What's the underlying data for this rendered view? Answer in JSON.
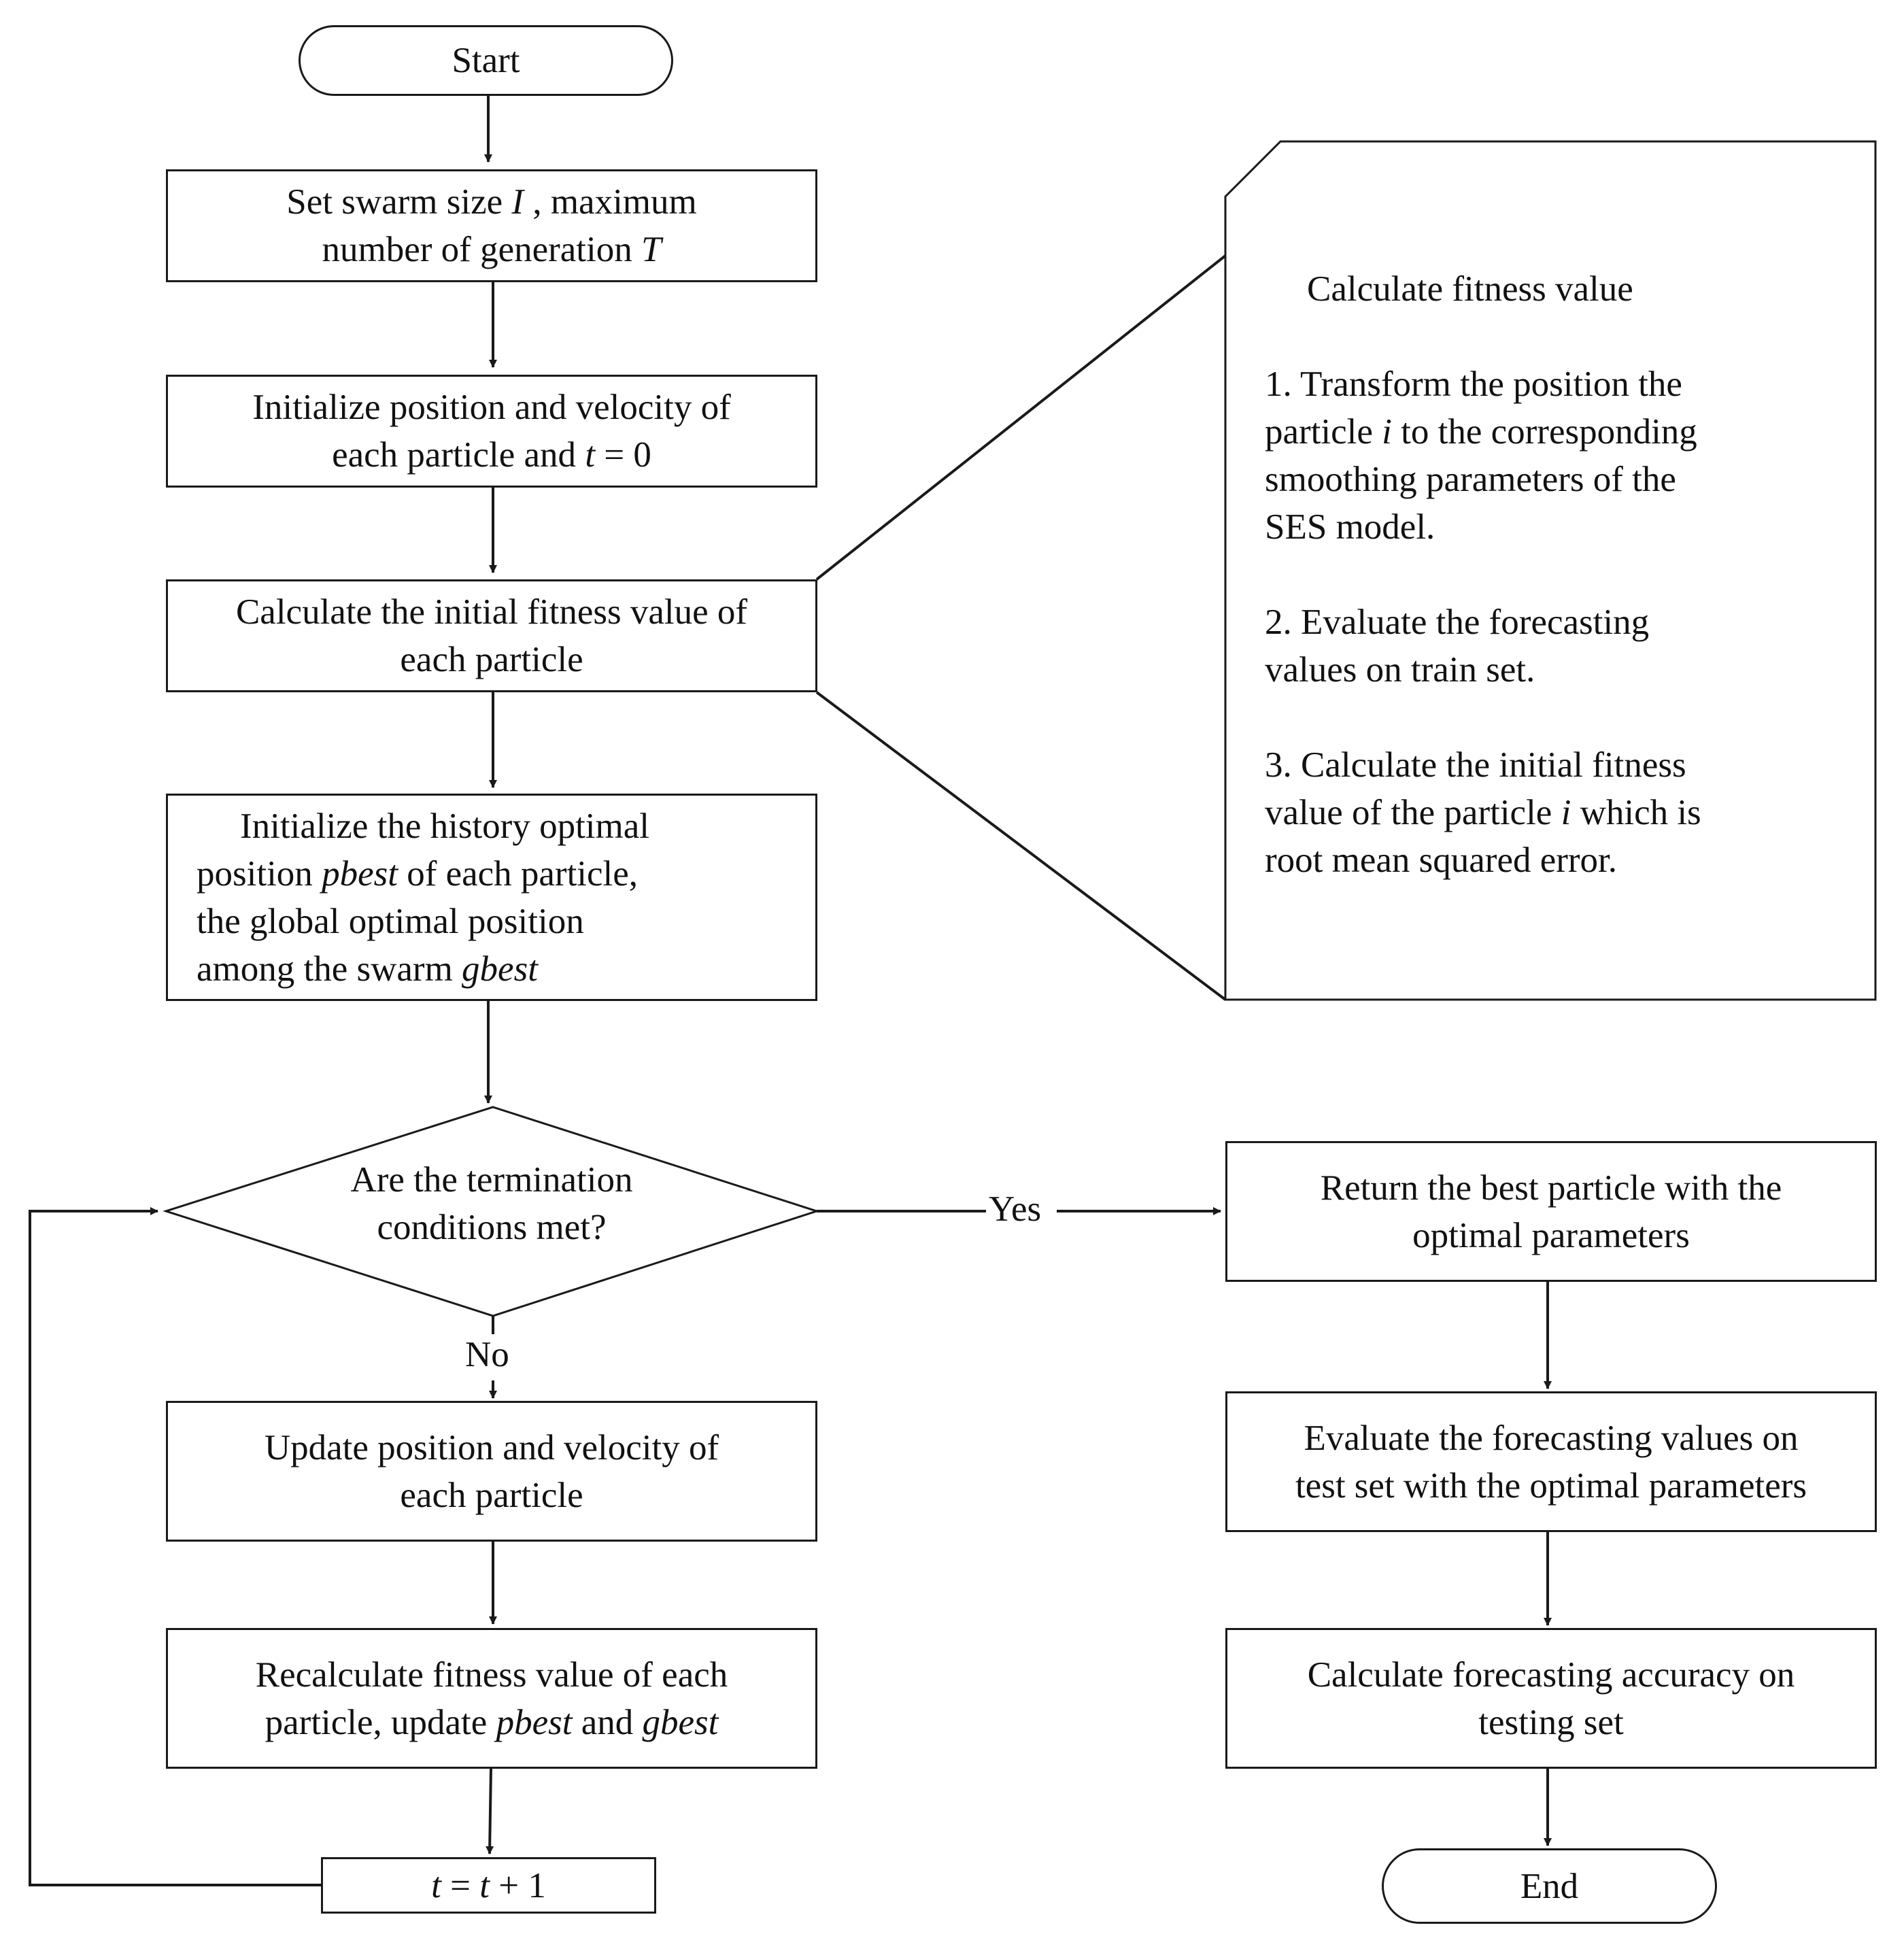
{
  "nodes": {
    "start": "Start",
    "set_swarm": {
      "line1_a": "Set swarm size ",
      "line1_var": "I",
      "line1_b": " , maximum",
      "line2_a": "number of generation ",
      "line2_var": "T"
    },
    "init_position": {
      "line1": "Initialize position and velocity of",
      "line2_a": "each particle and ",
      "line2_var": "t",
      "line2_b": " = 0"
    },
    "calc_initial": {
      "line1": "Calculate the initial fitness value of",
      "line2": "each particle"
    },
    "init_history": {
      "line1": "Initialize the history optimal",
      "line2_a": "position ",
      "line2_var": "pbest",
      "line2_b": "   of each particle,",
      "line3": "the global optimal position",
      "line4_a": "among the swarm  ",
      "line4_var": "gbest"
    },
    "decision": {
      "line1": "Are the termination",
      "line2": "conditions met?"
    },
    "update": {
      "line1": "Update position and velocity of",
      "line2": "each particle"
    },
    "recalc": {
      "line1": "Recalculate fitness value of each",
      "line2_a": "particle, update ",
      "line2_var1": "pbest",
      "line2_b": " and ",
      "line2_var2": "gbest"
    },
    "increment": {
      "var_a": "t",
      "eq": " = ",
      "var_b": "t",
      "plus": " + 1"
    },
    "return_best": {
      "line1": "Return the best particle with the",
      "line2": "optimal parameters"
    },
    "evaluate_test": {
      "line1": "Evaluate the forecasting values on",
      "line2": "test set with the optimal parameters"
    },
    "calc_accuracy": {
      "line1": "Calculate forecasting accuracy on",
      "line2": "testing set"
    },
    "end": "End"
  },
  "note": {
    "title": "Calculate fitness value",
    "step1": {
      "line1": "1. Transform the position  the",
      "line2_a": "particle ",
      "line2_var": "i",
      "line2_b": "  to the corresponding",
      "line3": "smoothing parameters of the",
      "line4": "SES model."
    },
    "step2": {
      "line1": "2. Evaluate the forecasting",
      "line2": "values on train set."
    },
    "step3": {
      "line1": "3. Calculate the initial fitness",
      "line2_a": "value of the particle  ",
      "line2_var": "i",
      "line2_b": " which is",
      "line3": "root mean squared error."
    }
  },
  "edges": {
    "yes": "Yes",
    "no": "No"
  }
}
